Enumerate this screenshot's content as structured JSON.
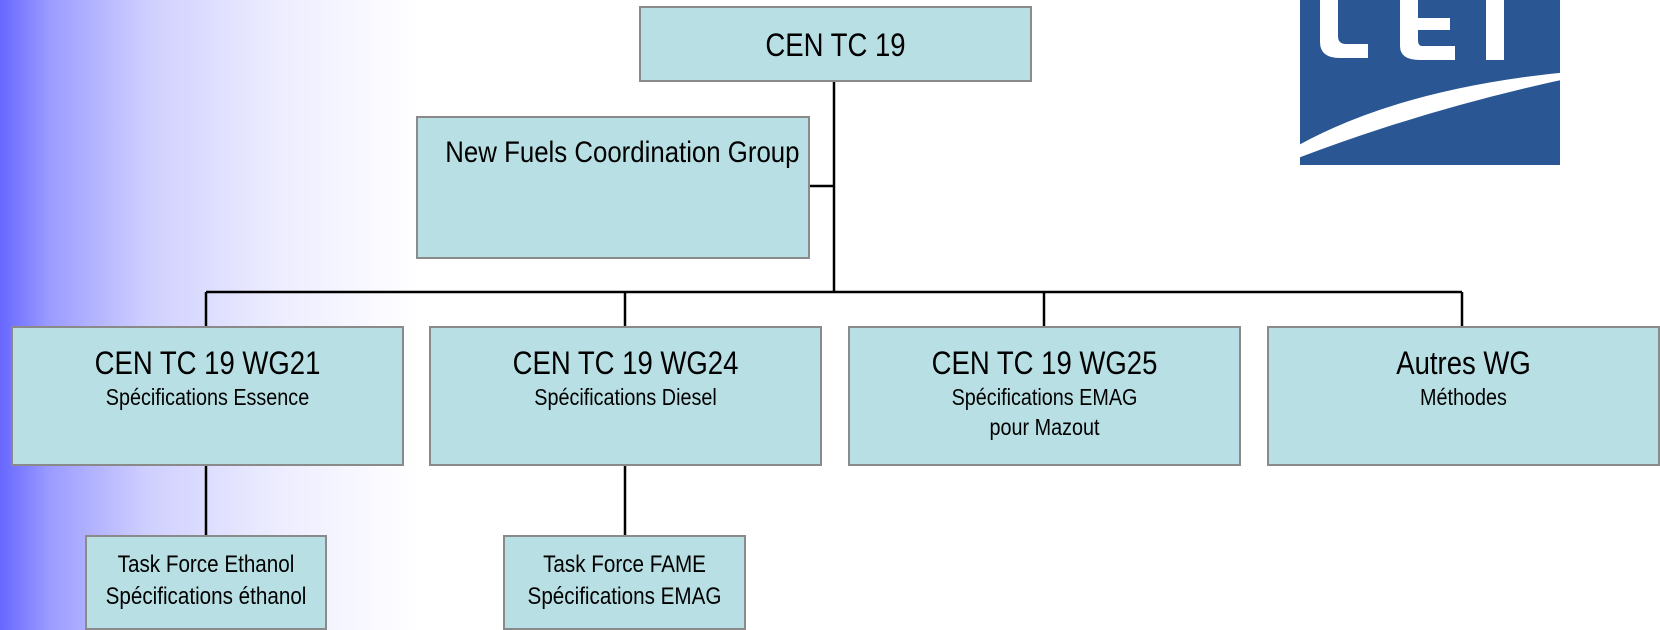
{
  "org_chart": {
    "root": {
      "title": "CEN TC 19"
    },
    "coordination": {
      "title": "New Fuels Coordination Group"
    },
    "working_groups": [
      {
        "title": "CEN TC 19 WG21",
        "lines": [
          "Spécifications Essence"
        ]
      },
      {
        "title": "CEN TC 19 WG24",
        "lines": [
          "Spécifications Diesel"
        ]
      },
      {
        "title": "CEN TC 19 WG25",
        "lines": [
          "Spécifications EMAG",
          "pour Mazout"
        ]
      },
      {
        "title": "Autres WG",
        "lines": [
          "Méthodes"
        ]
      }
    ],
    "task_forces": [
      {
        "parent": "CEN TC 19 WG21",
        "lines": [
          "Task Force Ethanol",
          "Spécifications éthanol"
        ]
      },
      {
        "parent": "CEN TC 19 WG24",
        "lines": [
          "Task Force FAME",
          "Spécifications EMAG"
        ]
      }
    ]
  },
  "colors": {
    "box_fill": "#b8e0e4",
    "box_border": "#8a8a8a",
    "connector": "#000000",
    "logo_blue": "#2a5694",
    "background_gradient_start": "#6767ff"
  },
  "logo": {
    "icon": "cen-logo-icon"
  }
}
